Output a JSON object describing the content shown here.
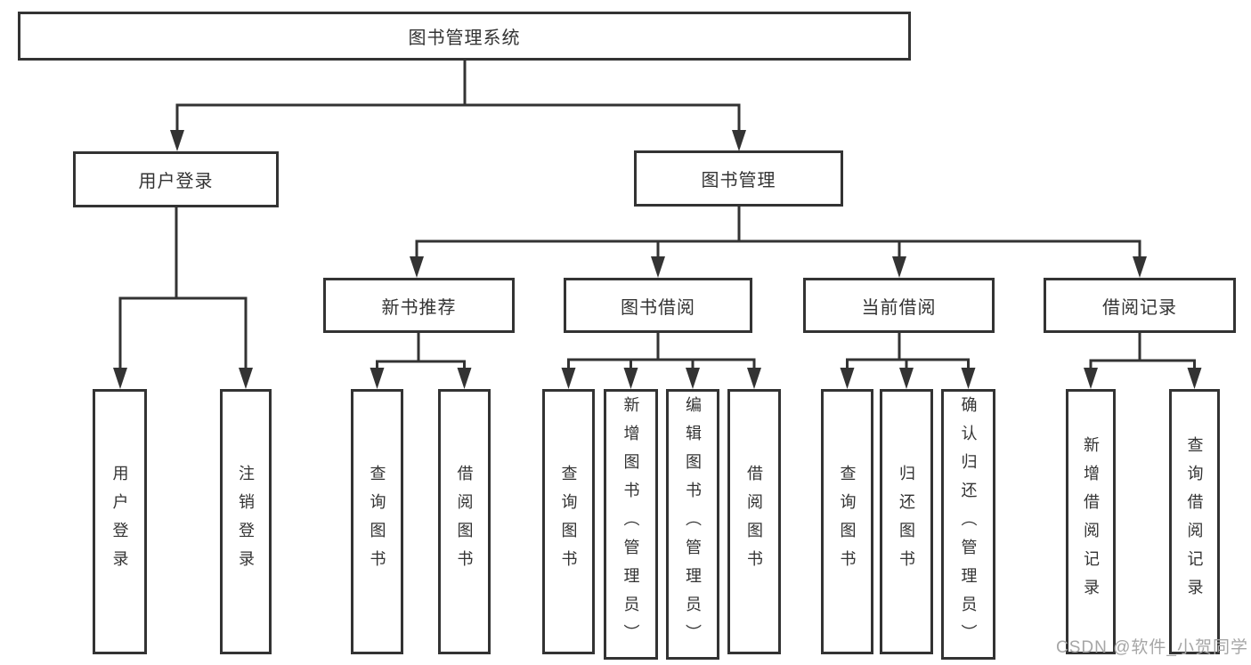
{
  "tree": {
    "root": {
      "label": "图书管理系统",
      "children": [
        {
          "label": "用户登录",
          "children": [
            {
              "label": "用户登录"
            },
            {
              "label": "注销登录"
            }
          ]
        },
        {
          "label": "图书管理",
          "children": [
            {
              "label": "新书推荐",
              "children": [
                {
                  "label": "查询图书"
                },
                {
                  "label": "借阅图书"
                }
              ]
            },
            {
              "label": "图书借阅",
              "children": [
                {
                  "label": "查询图书"
                },
                {
                  "label": "新增图书（管理员）"
                },
                {
                  "label": "编辑图书（管理员）"
                },
                {
                  "label": "借阅图书"
                }
              ]
            },
            {
              "label": "当前借阅",
              "children": [
                {
                  "label": "查询图书"
                },
                {
                  "label": "归还图书"
                },
                {
                  "label": "确认归还（管理员）"
                }
              ]
            },
            {
              "label": "借阅记录",
              "children": [
                {
                  "label": "新增借阅记录"
                },
                {
                  "label": "查询借阅记录"
                }
              ]
            }
          ]
        }
      ]
    }
  },
  "watermark": {
    "text": "CSDN @软件_小贺同学"
  },
  "colors": {
    "line": "#333333",
    "text": "#333333",
    "watermark": "#a6a6a6",
    "background": "#ffffff"
  }
}
